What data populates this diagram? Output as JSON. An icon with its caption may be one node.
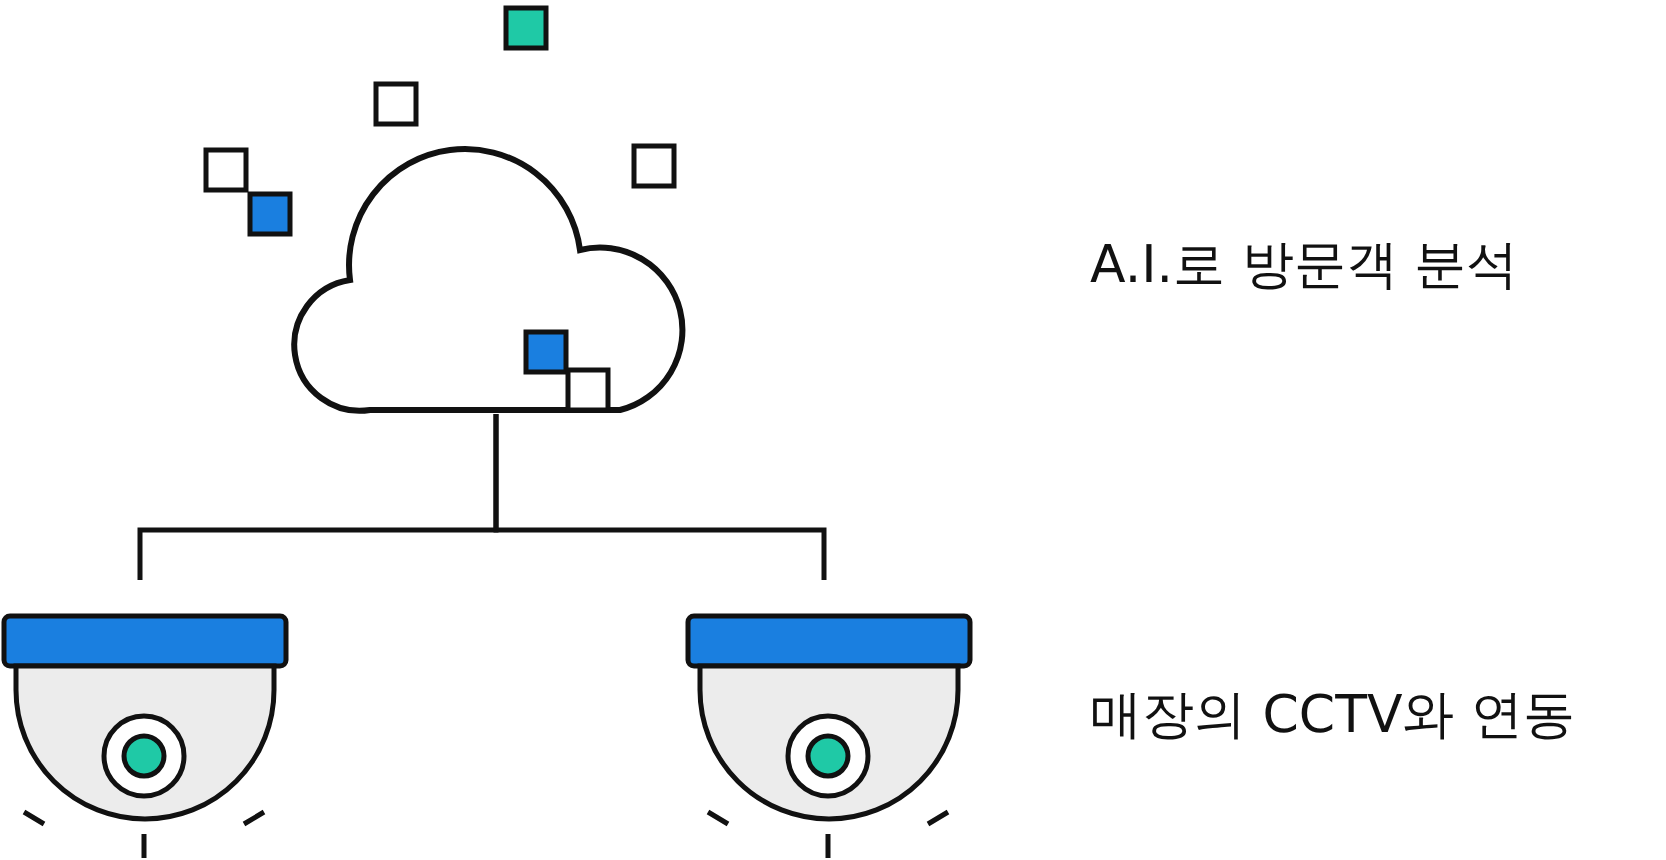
{
  "diagram": {
    "nodes": [
      {
        "text": [],
        "shape": "cloud"
      },
      {
        "text": [],
        "shape": "picture"
      },
      {
        "text": [],
        "shape": "picture"
      }
    ],
    "edges": [
      {
        "from": 0,
        "to": 1,
        "arrow": "none"
      },
      {
        "from": 0,
        "to": 2,
        "arrow": "none"
      }
    ],
    "labels": [
      "A.I.로 방문객 분석",
      "매장의 CCTV와 연동"
    ]
  }
}
